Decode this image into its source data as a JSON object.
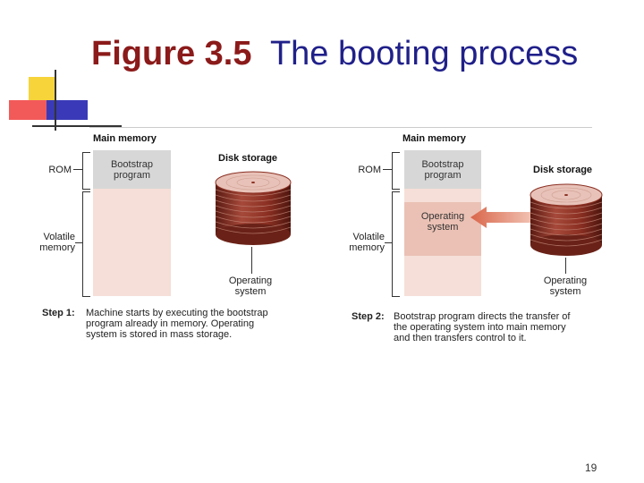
{
  "title": {
    "figure": "Figure 3.5",
    "text": "The booting process"
  },
  "left_panel": {
    "main_memory": "Main memory",
    "rom_label": "ROM",
    "volatile_label_line1": "Volatile",
    "volatile_label_line2": "memory",
    "bootstrap_line1": "Bootstrap",
    "bootstrap_line2": "program",
    "disk_storage": "Disk storage",
    "os_line1": "Operating",
    "os_line2": "system",
    "step_label": "Step 1:",
    "step_line1": "Machine starts by executing the bootstrap",
    "step_line2": "program already in memory. Operating",
    "step_line3": "system is stored in mass storage."
  },
  "right_panel": {
    "main_memory": "Main memory",
    "rom_label": "ROM",
    "volatile_label_line1": "Volatile",
    "volatile_label_line2": "memory",
    "bootstrap_line1": "Bootstrap",
    "bootstrap_line2": "program",
    "os_mem_line1": "Operating",
    "os_mem_line2": "system",
    "disk_storage": "Disk storage",
    "os_line1": "Operating",
    "os_line2": "system",
    "step_label": "Step 2:",
    "step_line1": "Bootstrap program directs the transfer of",
    "step_line2": "the operating system into main memory",
    "step_line3": "and then transfers control to it."
  },
  "colors": {
    "title_figure": "#8b1a1a",
    "title_text": "#20208a",
    "memory": "#f6dfd8",
    "rom": "#d7d7d7",
    "disk": "#8a2f22",
    "arrow": "#e07a5f"
  },
  "page_number": "19"
}
